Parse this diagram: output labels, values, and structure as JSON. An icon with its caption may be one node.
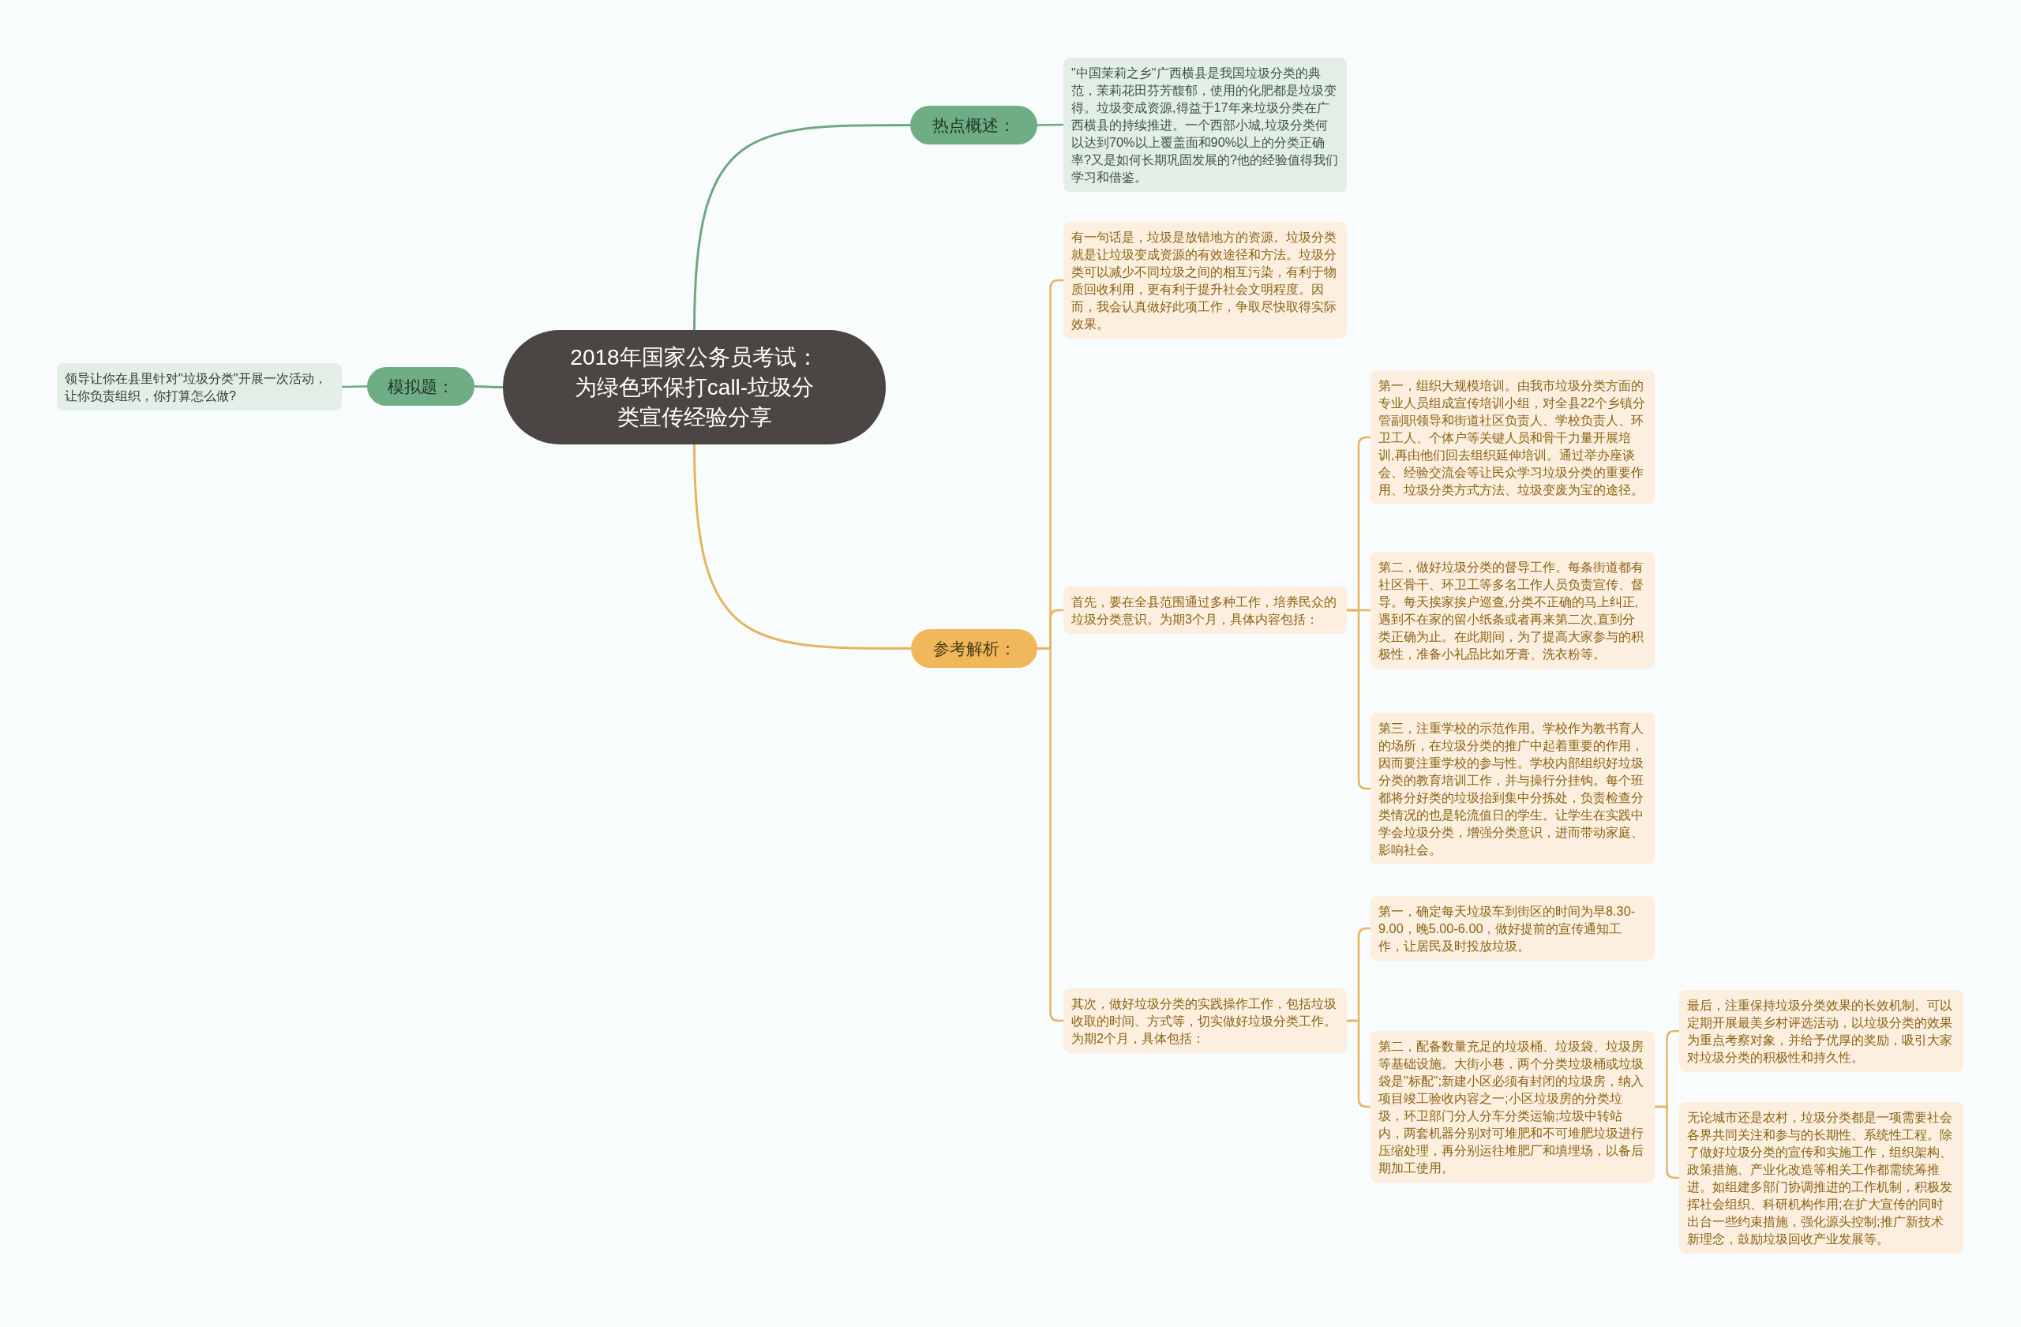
{
  "diagram": {
    "nodes": [
      {
        "text": [
          "2018年国家公务员考试：为绿色环保打call-垃圾分类宣传经验分享"
        ]
      },
      {
        "text": [
          "热点概述："
        ]
      },
      {
        "text": [
          "\"中国茉莉之乡\"广西横县是我国垃圾分类的典范，茉莉花田芬芳馥郁，使用的化肥都是垃圾变得。垃圾变成资源,得益于17年来垃圾分类在广西横县的持续推进。一个西部小城,垃圾分类何以达到70%以上覆盖面和90%以上的分类正确率?又是如何长期巩固发展的?他的经验值得我们学习和借鉴。"
        ]
      },
      {
        "text": [
          "模拟题："
        ]
      },
      {
        "text": [
          "领导让你在县里针对\"垃圾分类\"开展一次活动，让你负责组织，你打算怎么做?"
        ]
      },
      {
        "text": [
          "参考解析："
        ]
      },
      {
        "text": [
          "有一句话是，垃圾是放错地方的资源。垃圾分类就是让垃圾变成资源的有效途径和方法。垃圾分类可以减少不同垃圾之间的相互污染，有利于物质回收利用，更有利于提升社会文明程度。因而，我会认真做好此项工作，争取尽快取得实际效果。"
        ]
      },
      {
        "text": [
          "首先，要在全县范围通过多种工作，培养民众的垃圾分类意识。为期3个月，具体内容包括："
        ]
      },
      {
        "text": [
          "第一，组织大规模培训。由我市垃圾分类方面的专业人员组成宣传培训小组，对全县22个乡镇分管副职领导和街道社区负责人、学校负责人、环卫工人、个体户等关键人员和骨干力量开展培训,再由他们回去组织延伸培训。通过举办座谈会、经验交流会等让民众学习垃圾分类的重要作用、垃圾分类方式方法、垃圾变废为宝的途径。"
        ]
      },
      {
        "text": [
          "第二，做好垃圾分类的督导工作。每条街道都有社区骨干、环卫工等多名工作人员负责宣传、督导。每天挨家挨户巡查,分类不正确的马上纠正,遇到不在家的留小纸条或者再来第二次,直到分类正确为止。在此期间，为了提高大家参与的积极性，准备小礼品比如牙膏、洗衣粉等。"
        ]
      },
      {
        "text": [
          "第三，注重学校的示范作用。学校作为教书育人的场所，在垃圾分类的推广中起着重要的作用，因而要注重学校的参与性。学校内部组织好垃圾分类的教育培训工作，并与操行分挂钩。每个班都将分好类的垃圾抬到集中分拣处，负责检查分类情况的也是轮流值日的学生。让学生在实践中学会垃圾分类，增强分类意识，进而带动家庭、影响社会。"
        ]
      },
      {
        "text": [
          "其次，做好垃圾分类的实践操作工作，包括垃圾收取的时间、方式等，切实做好垃圾分类工作。为期2个月，具体包括："
        ]
      },
      {
        "text": [
          "第一，确定每天垃圾车到街区的时间为早8.30-9.00，晚5.00-6.00，做好提前的宣传通知工作，让居民及时投放垃圾。"
        ]
      },
      {
        "text": [
          "第二，配备数量充足的垃圾桶、垃圾袋、垃圾房等基础设施。大街小巷，两个分类垃圾桶或垃圾袋是\"标配\";新建小区必须有封闭的垃圾房，纳入项目竣工验收内容之一;小区垃圾房的分类垃圾，环卫部门分人分车分类运输;垃圾中转站内，两套机器分别对可堆肥和不可堆肥垃圾进行压缩处理，再分别运往堆肥厂和填埋场，以备后期加工使用。"
        ]
      },
      {
        "text": [
          "最后，注重保持垃圾分类效果的长效机制。可以定期开展最美乡村评选活动，以垃圾分类的效果为重点考察对象，并给予优厚的奖励，吸引大家对垃圾分类的积极性和持久性。"
        ]
      },
      {
        "text": [
          "无论城市还是农村，垃圾分类都是一项需要社会各界共同关注和参与的长期性、系统性工程。除了做好垃圾分类的宣传和实施工作，组织架构、政策措施、产业化改造等相关工作都需统筹推进。如组建多部门协调推进的工作机制，积极发挥社会组织、科研机构作用;在扩大宣传的同时出台一些约束措施，强化源头控制;推广新技术新理念，鼓励垃圾回收产业发展等。"
        ]
      }
    ],
    "edges": [
      {
        "from": 0,
        "to": 1,
        "arrow": "none",
        "color": "#6fa882"
      },
      {
        "from": 1,
        "to": 2,
        "arrow": "none",
        "color": "#6fa882"
      },
      {
        "from": 0,
        "to": 3,
        "arrow": "none",
        "color": "#6fa882"
      },
      {
        "from": 3,
        "to": 4,
        "arrow": "none",
        "color": "#6fa882"
      },
      {
        "from": 0,
        "to": 5,
        "arrow": "none"
      },
      {
        "from": 5,
        "to": 6,
        "arrow": "none"
      },
      {
        "from": 5,
        "to": 7,
        "arrow": "none"
      },
      {
        "from": 5,
        "to": 11,
        "arrow": "none"
      },
      {
        "from": 7,
        "to": 8,
        "arrow": "none"
      },
      {
        "from": 7,
        "to": 9,
        "arrow": "none"
      },
      {
        "from": 7,
        "to": 10,
        "arrow": "none"
      },
      {
        "from": 11,
        "to": 12,
        "arrow": "none"
      },
      {
        "from": 11,
        "to": 13,
        "arrow": "none"
      },
      {
        "from": 13,
        "to": 14,
        "arrow": "none"
      },
      {
        "from": 13,
        "to": 15,
        "arrow": "none"
      }
    ]
  }
}
